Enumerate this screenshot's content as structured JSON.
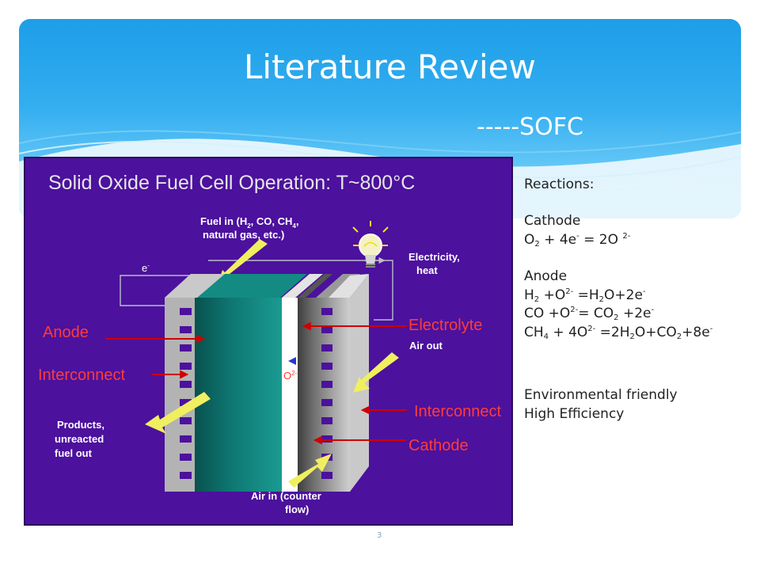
{
  "slide": {
    "title": "Literature Review",
    "subtitle": "-----SOFC",
    "page_number": "3"
  },
  "diagram": {
    "title": "Solid Oxide Fuel Cell Operation:  T~800°C",
    "labels": {
      "fuel_in_line1": "Fuel in (H",
      "fuel_in_sub": "2",
      "fuel_in_rest": ", CO, CH",
      "fuel_in_sub2": "4",
      "fuel_in_line2": "natural gas, etc.)",
      "electron": "e",
      "electron_sup": "-",
      "electricity": "Electricity,",
      "heat": "heat",
      "anode": "Anode",
      "interconnect_left": "Interconnect",
      "products_line1": "Products,",
      "products_line2": "unreacted",
      "products_line3": "fuel out",
      "oxide_ion": "O",
      "oxide_ion_sup": "2-",
      "electrolyte": "Electrolyte",
      "air_out": "Air out",
      "interconnect_right": "Interconnect",
      "cathode": "Cathode",
      "air_in_line1": "Air in (counter",
      "air_in_line2": "flow)"
    },
    "colors": {
      "background": "#4c119d",
      "title": "#e5e5e5",
      "label": "#ffffff",
      "red_label": "#ff3c38",
      "arrow_red": "#d00000",
      "arrow_yellow": "#f0ef5f",
      "anode_green": "#117c76",
      "steel_gray": "#9b9b9b"
    }
  },
  "reactions": {
    "heading": "Reactions:",
    "cathode_heading": "Cathode",
    "cathode": {
      "a": "O",
      "a_sub": "2",
      "b": " + 4e",
      "b_sup": "-",
      "c": " = 2O ",
      "c_sup": "2-"
    },
    "anode_heading": "Anode",
    "anode_h2": {
      "a": "H",
      "a_sub": "2",
      "b": " +O",
      "b_sup": "2-",
      "c": " =H",
      "c_sub": "2",
      "d": "O+2e",
      "d_sup": "-"
    },
    "anode_co": {
      "a": "CO +O",
      "a_sup": "2-",
      "b": "= CO",
      "b_sub": "2",
      "c": " +2e",
      "c_sup": "-"
    },
    "anode_ch4": {
      "a": "CH",
      "a_sub": "4",
      "b": " + 4O",
      "b_sup": "2-",
      "c": " =2H",
      "c_sub": "2",
      "d": "O+CO",
      "d_sub": "2",
      "e": "+8e",
      "e_sup": "-"
    },
    "benefits": [
      "Environmental friendly",
      "High Efficiency"
    ]
  }
}
